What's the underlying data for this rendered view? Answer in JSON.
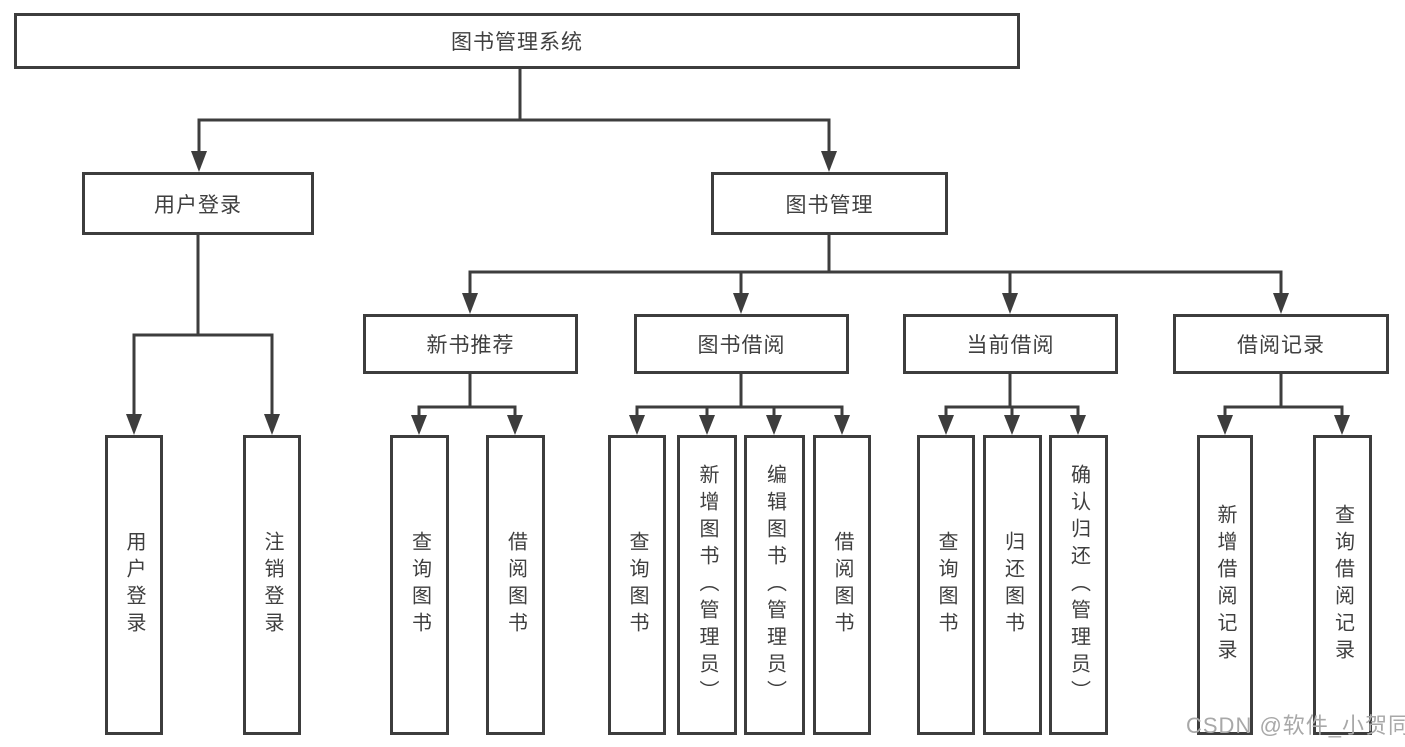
{
  "root": {
    "label": "图书管理系统"
  },
  "branches": [
    {
      "label": "用户登录",
      "children": [
        "用户登录",
        "注销登录"
      ]
    },
    {
      "label": "图书管理",
      "sections": [
        {
          "label": "新书推荐",
          "children": [
            "查询图书",
            "借阅图书"
          ]
        },
        {
          "label": "图书借阅",
          "children": [
            "查询图书",
            "新增图书（管理员）",
            "编辑图书（管理员）",
            "借阅图书"
          ]
        },
        {
          "label": "当前借阅",
          "children": [
            "查询图书",
            "归还图书",
            "确认归还（管理员）"
          ]
        },
        {
          "label": "借阅记录",
          "children": [
            "新增借阅记录",
            "查询借阅记录"
          ]
        }
      ]
    }
  ],
  "watermark": "CSDN @软件_小贺同学",
  "colors": {
    "line": "#3d3d3d",
    "text": "#3f3f3f",
    "box_fill": "#ffffff",
    "background": "#ffffff",
    "watermark": "#a8a8a8"
  }
}
